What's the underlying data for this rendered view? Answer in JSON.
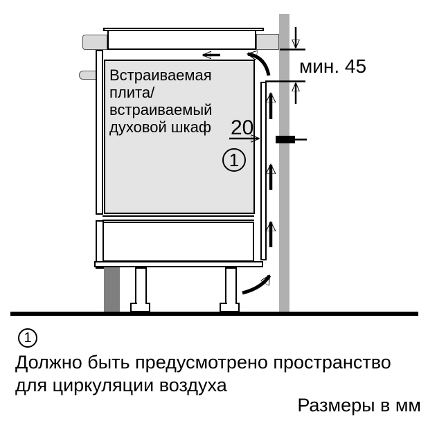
{
  "diagram": {
    "oven_label": [
      "Встраиваемая",
      "плита/",
      "встраиваемый",
      "духовой шкаф"
    ],
    "gap_dimension": {
      "value": "20"
    },
    "wall_dimension": {
      "value": "мин. 45"
    },
    "circle_marker": "1"
  },
  "footnote": {
    "marker": "1",
    "line1": "Должно быть предусмотрено пространство",
    "line2": "для циркуляции воздуха"
  },
  "units_note": "Размеры в мм",
  "colors": {
    "cabinet_fill": "#e4e4e4",
    "countertop_cap_fill": "#d9d9d9",
    "wall_fill": "#b0b0b0",
    "plinth_fill": "#7f7f7f",
    "line": "#000000",
    "background": "#ffffff"
  }
}
